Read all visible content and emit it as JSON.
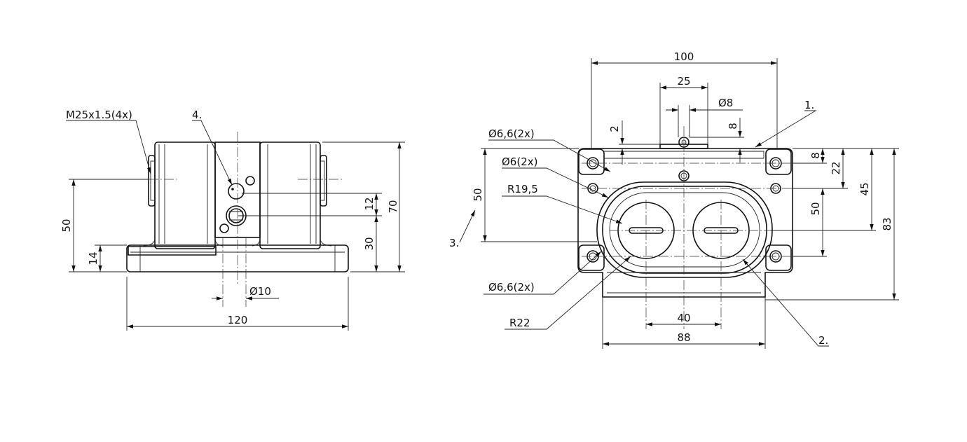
{
  "drawing": {
    "side_view": {
      "thread_label": "M25x1.5(4x)",
      "item_4": "4.",
      "dim_width": "120",
      "dim_height": "70",
      "dim_axis_height": "50",
      "dim_foot": "14",
      "dim_hole_offset": "12",
      "dim_hole_height": "30",
      "dim_hole_dia": "Ø10"
    },
    "top_view": {
      "dim_total_width": "100",
      "dim_button_width": "25",
      "dim_pin_dia": "Ø8",
      "dim_top_offset": "2",
      "dim_pin_height": "8",
      "item_1": "1.",
      "item_2": "2.",
      "item_3": "3.",
      "hole_top": "Ø6,6(2x)",
      "hole_mid": "Ø6(2x)",
      "radius_button": "R19,5",
      "hole_bottom": "Ø6,6(2x)",
      "radius_frame": "R22",
      "dim_left_50": "50",
      "dim_button_spacing": "40",
      "dim_base_width": "88",
      "dim_right_8": "8",
      "dim_right_22": "22",
      "dim_right_50": "50",
      "dim_right_45": "45",
      "dim_right_83": "83"
    }
  }
}
